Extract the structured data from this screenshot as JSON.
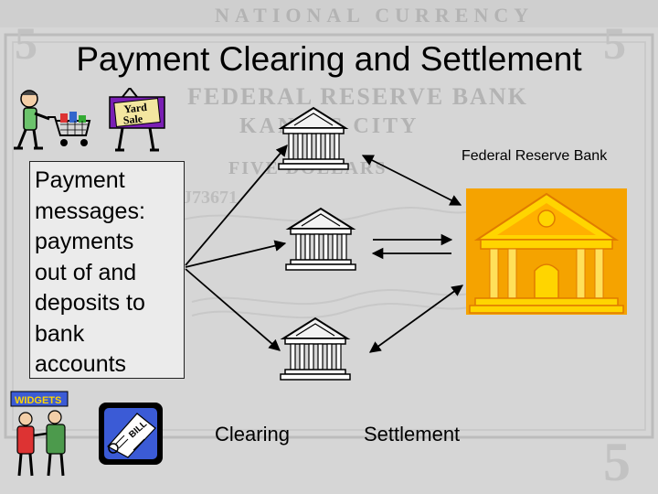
{
  "title": "Payment Clearing and Settlement",
  "message_box": {
    "lines": [
      "Payment",
      "messages:",
      "payments",
      "out of and",
      "deposits to",
      "bank",
      "accounts"
    ]
  },
  "labels": {
    "federal_reserve_bank": "Federal Reserve Bank",
    "clearing": "Clearing",
    "settlement": "Settlement"
  },
  "clipart": {
    "yard_sale_sign": {
      "line1": "Yard",
      "line2": "Sale"
    },
    "widgets_sign": "WIDGETS",
    "bill_paper": "BILL"
  },
  "background": {
    "note_header": "NATIONAL CURRENCY",
    "note_bank": "FEDERAL RESERVE BANK",
    "note_city": "KANSAS CITY",
    "note_value": "FIVE DOLLARS",
    "denomination": "5",
    "serial": "J73671"
  },
  "colors": {
    "bank_gold": "#f5a300",
    "bank_yellow": "#ffd500",
    "arrow": "#000000"
  }
}
